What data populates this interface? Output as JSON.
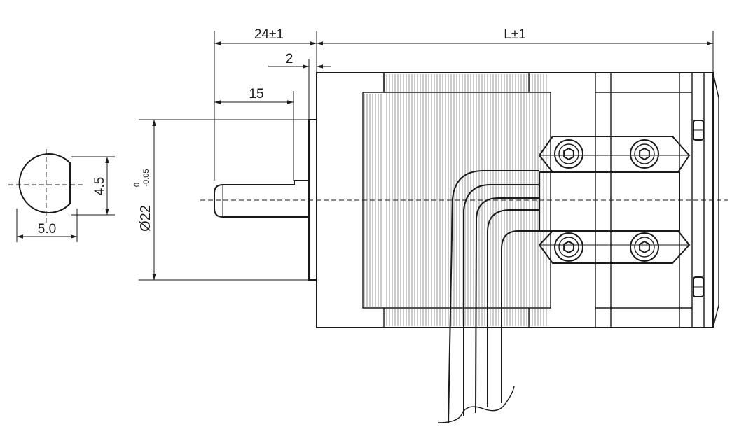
{
  "dimensions": {
    "shaft_to_flange": "24±1",
    "body_length": "L±1",
    "flange_boss": "2",
    "shaft_length": "15",
    "pilot_diameter": "Ø22",
    "pilot_tolerance_upper": "0",
    "pilot_tolerance_lower": "-0.05",
    "flat_height": "4.5",
    "shaft_diameter": "5.0"
  }
}
